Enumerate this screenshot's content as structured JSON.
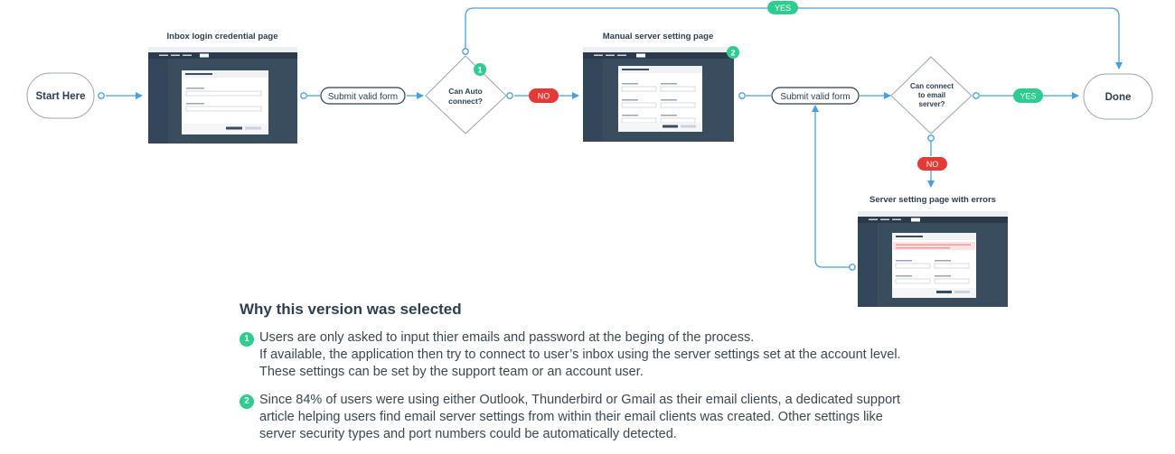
{
  "nodes": {
    "start": "Start Here",
    "submit1": "Submit valid form",
    "submit2": "Submit valid form",
    "done": "Done",
    "decision1_line1": "Can Auto",
    "decision1_line2": "connect?",
    "decision2_line1": "Can connect",
    "decision2_line2": "to email",
    "decision2_line3": "server?"
  },
  "badges": {
    "marker1": "1",
    "marker2": "2"
  },
  "labels": {
    "no1": "NO",
    "no2": "NO",
    "yes_top": "YES",
    "yes_right": "YES"
  },
  "screens": {
    "login": "Inbox login credential page",
    "manual": "Manual server setting page",
    "errors": "Server setting page with errors"
  },
  "colors": {
    "connector": "#4a9fe0",
    "yes": "#2ecc8f",
    "no": "#e53935",
    "ink": "#2c3e50",
    "screen_bg": "#3a4d5f"
  },
  "notes": {
    "heading": "Why this version was selected",
    "items": [
      {
        "marker": "1",
        "lines": [
          "Users are only asked to input thier emails and password at the beging of the process.",
          "If available, the application then try to connect to user’s inbox using the server settings set at the account level.",
          "These settings can be set by the support team or an account user."
        ]
      },
      {
        "marker": "2",
        "lines": [
          "Since 84% of users were using either Outlook, Thunderbird or Gmail as their email clients, a dedicated support",
          "article helping users find email server settings from within their email clients was created. Other settings like",
          "server security types and port numbers could be automatically detected."
        ]
      }
    ]
  }
}
